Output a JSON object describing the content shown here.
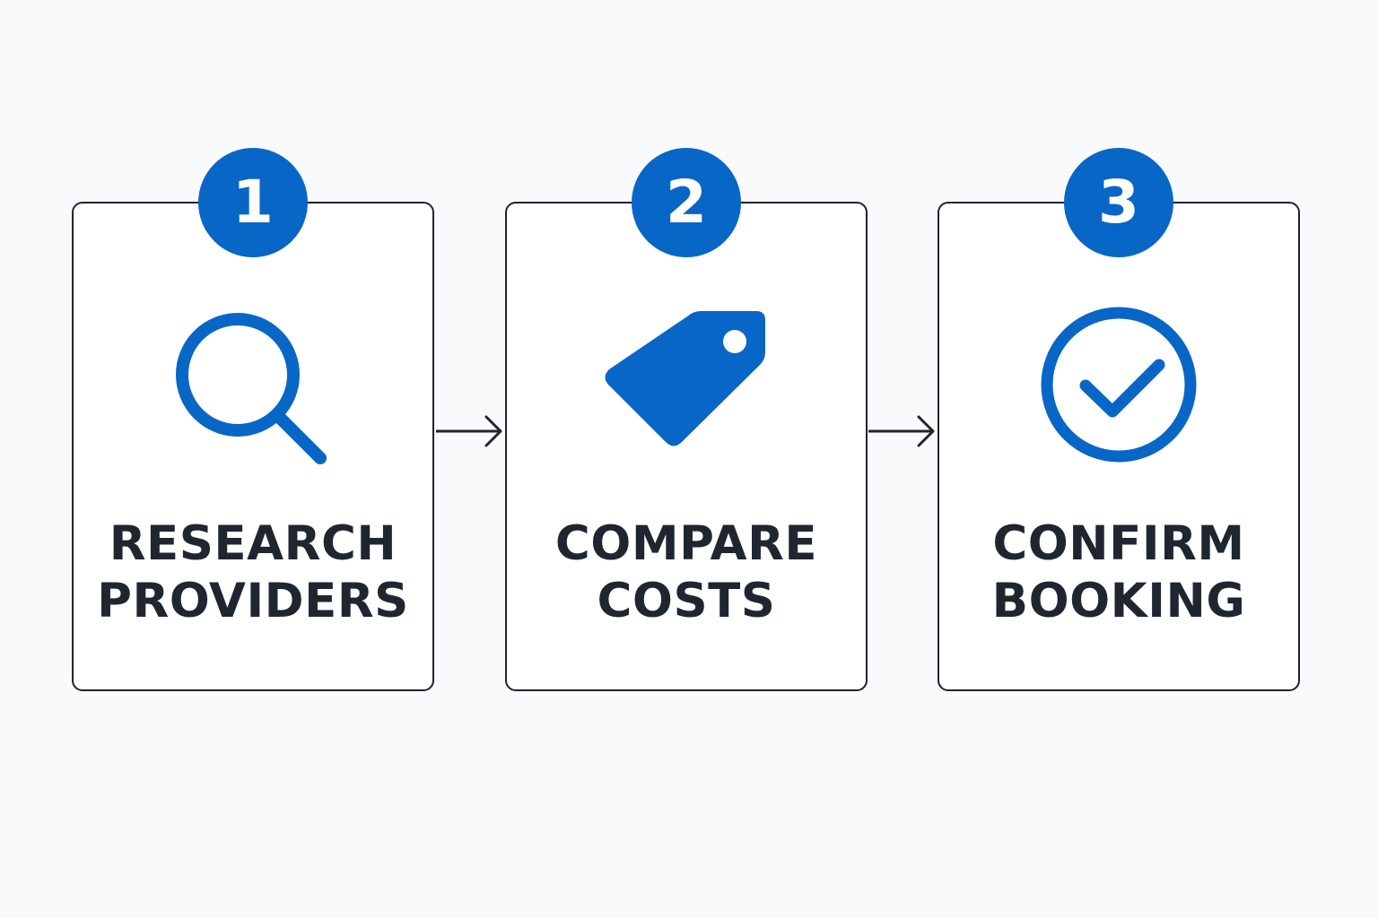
{
  "steps": [
    {
      "number": "1",
      "title_lines": [
        "RESEARCH",
        "PROVIDERS"
      ],
      "icon": "magnifying-glass-icon"
    },
    {
      "number": "2",
      "title_lines": [
        "COMPARE",
        "COSTS"
      ],
      "icon": "price-tag-icon"
    },
    {
      "number": "3",
      "title_lines": [
        "CONFIRM",
        "BOOKING"
      ],
      "icon": "check-circle-icon"
    }
  ],
  "colors": {
    "accent": "#0866c6",
    "text": "#1f2630",
    "border": "#1f242b",
    "background": "#f9fafb"
  }
}
